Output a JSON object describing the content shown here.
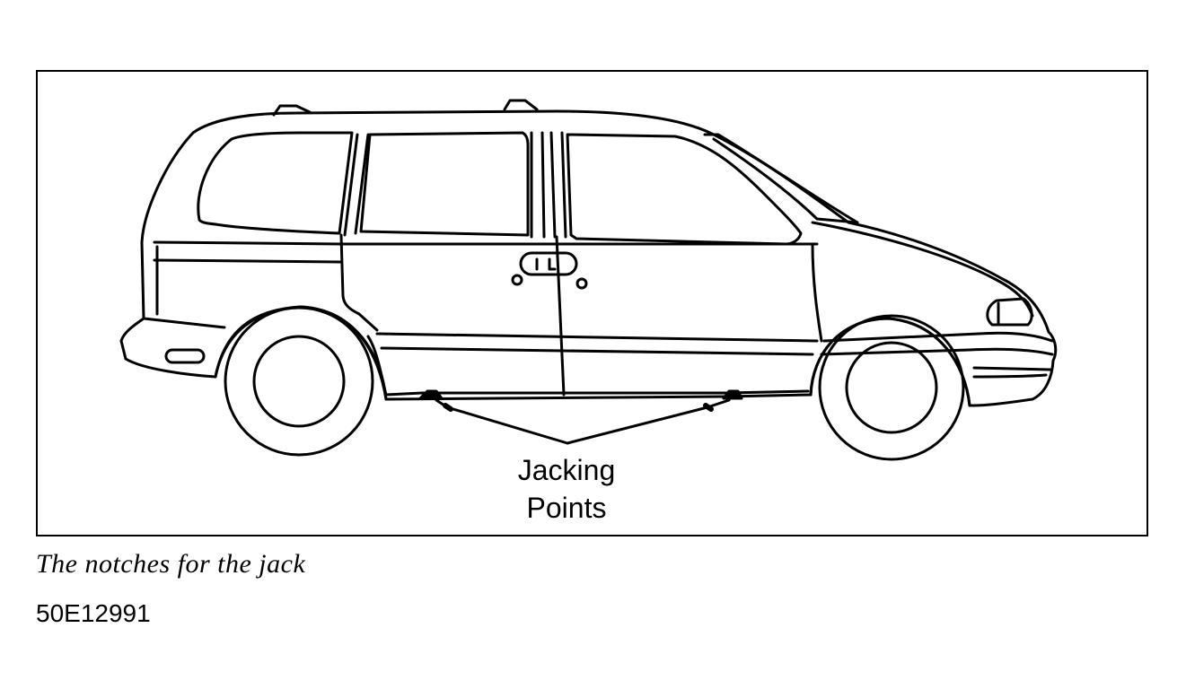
{
  "figure": {
    "callout": {
      "line1": "Jacking",
      "line2": "Points"
    },
    "caption": "The notches for the jack",
    "figure_id": "50E12991"
  },
  "colors": {
    "ink": "#000000",
    "paper": "#ffffff"
  }
}
